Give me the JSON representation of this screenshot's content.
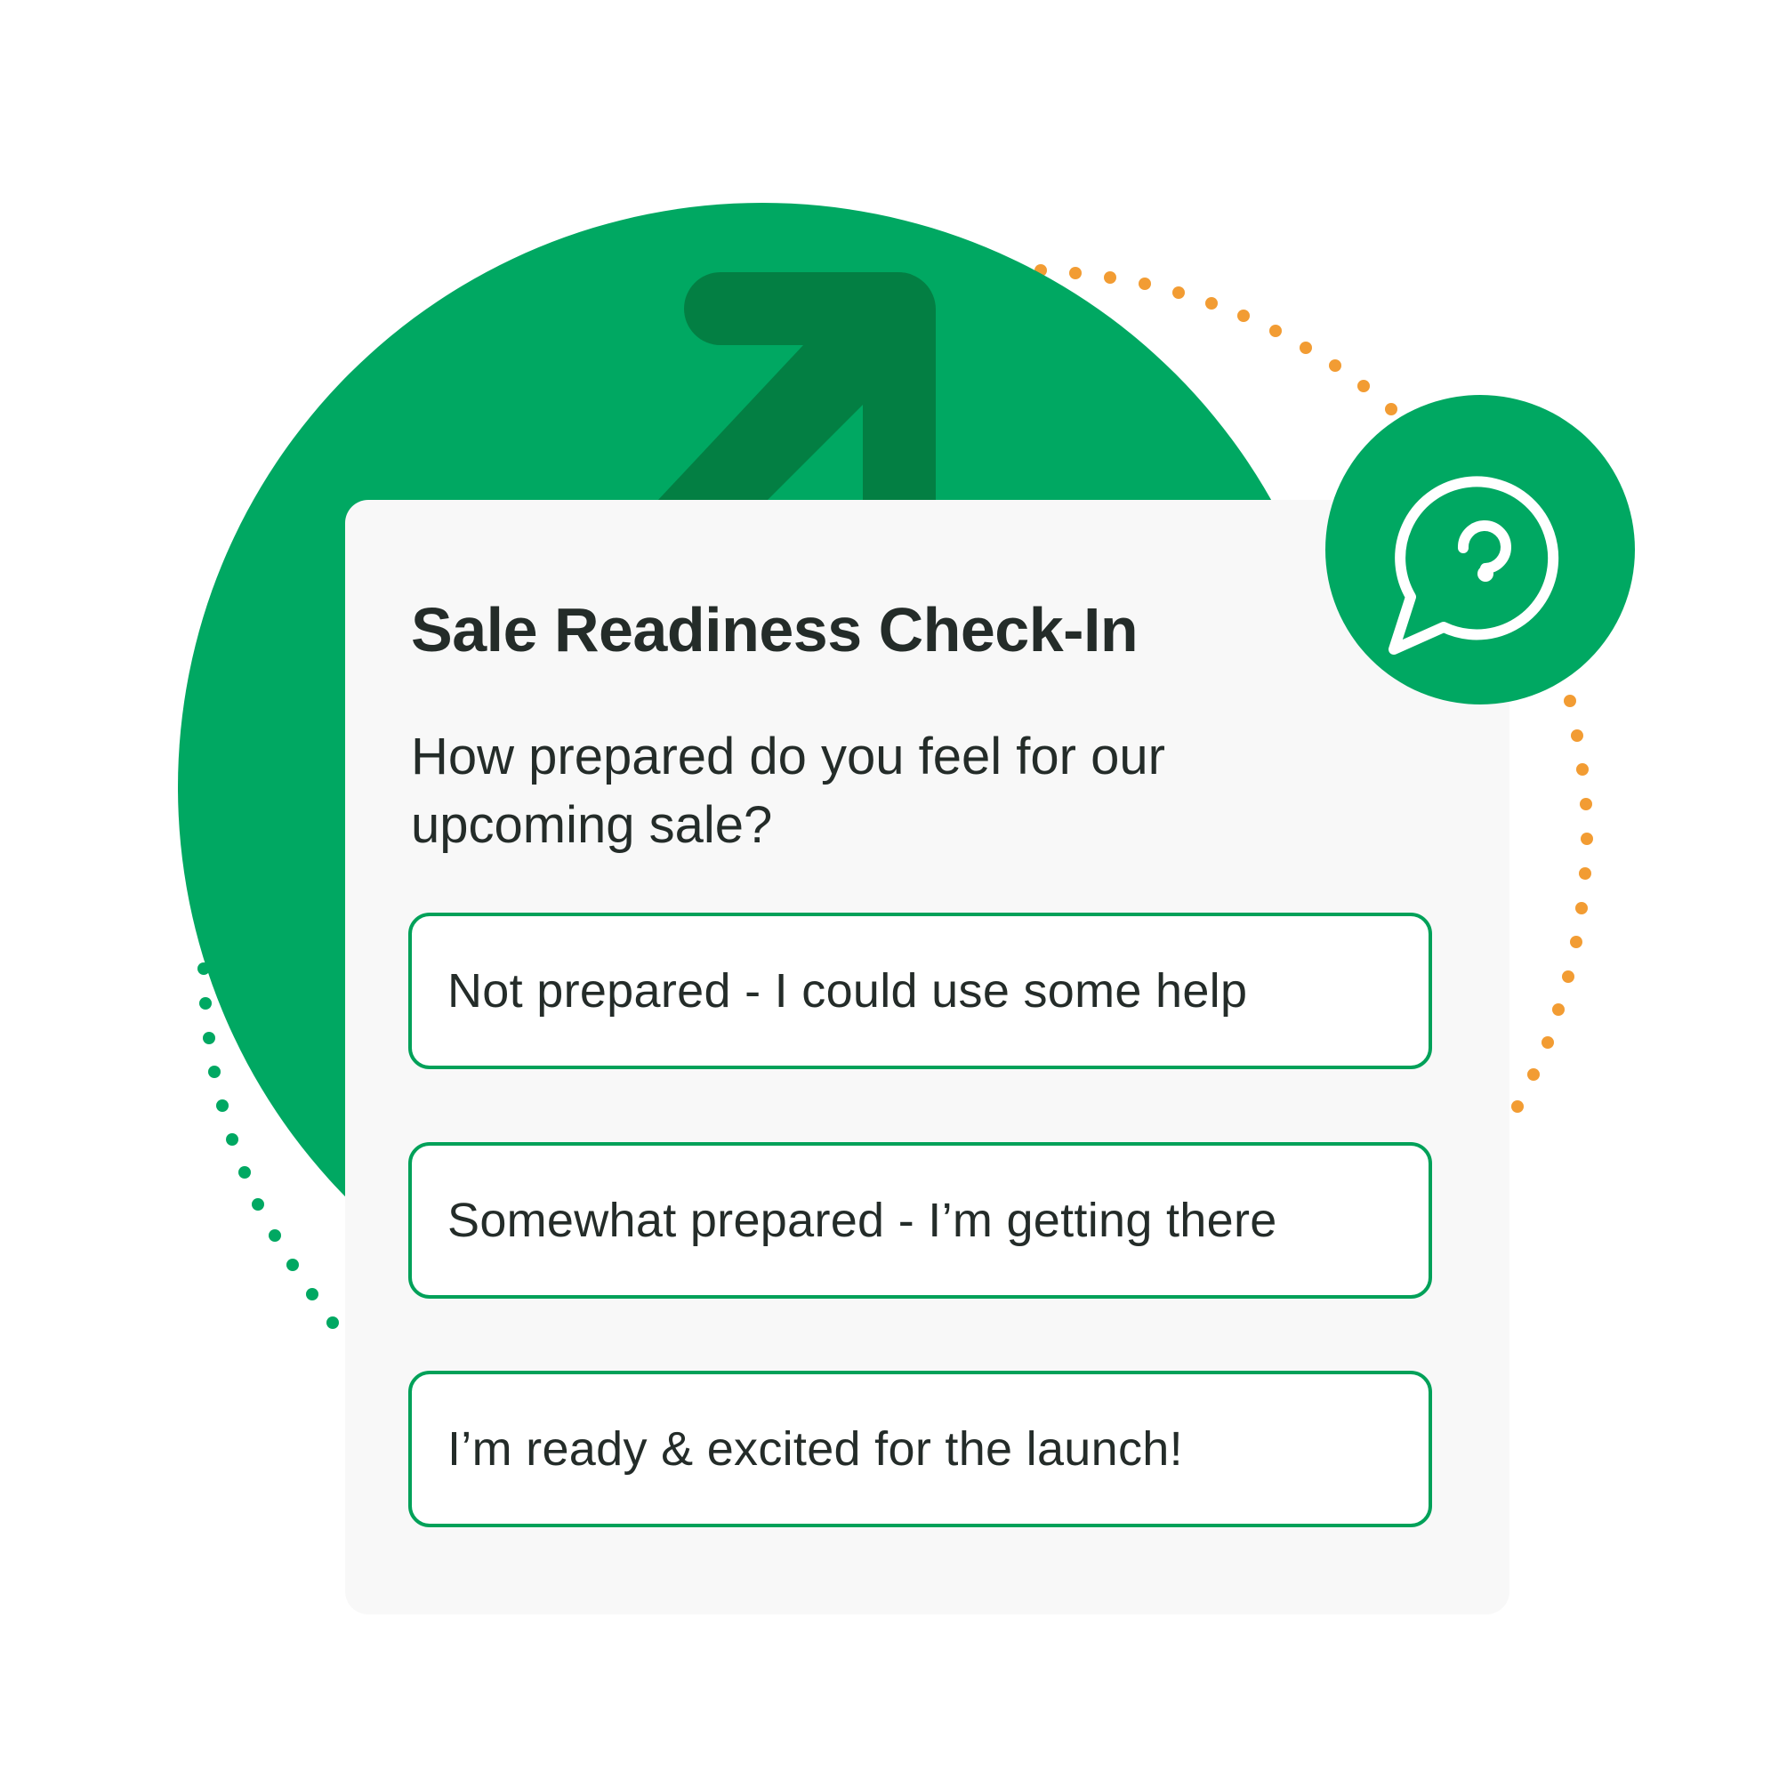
{
  "survey": {
    "title": "Sale Readiness Check-In",
    "question": "How prepared do you feel for our upcoming sale?",
    "options": [
      {
        "label": "Not prepared - I could use some help"
      },
      {
        "label": "Somewhat prepared - I’m getting there"
      },
      {
        "label": "I’m ready & excited for the launch!"
      }
    ]
  },
  "icons": {
    "background_arrow": "trending-up-arrow-icon",
    "help_badge": "question-speech-bubble-icon"
  },
  "colors": {
    "brand_green": "#00A862",
    "arrow_dark_green": "#037F43",
    "option_border_green": "#00A159",
    "dot_orange": "#F29C33",
    "card_background": "#F8F8F8",
    "text_dark": "#242C29"
  }
}
